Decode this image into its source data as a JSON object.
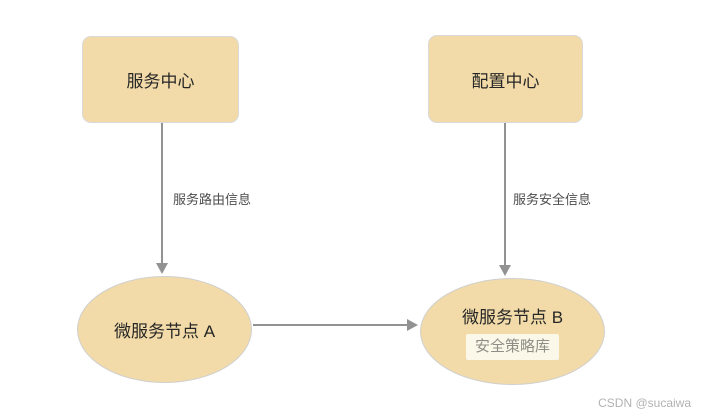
{
  "diagram": {
    "background_color": "#ffffff",
    "node_fill_color": "#f2dba8",
    "node_border_color": "#d9d9d9",
    "arrow_color": "#929292",
    "nodes": {
      "service_center": {
        "label": "服务中心",
        "shape": "rounded-rect"
      },
      "config_center": {
        "label": "配置中心",
        "shape": "rounded-rect"
      },
      "node_a": {
        "label": "微服务节点 A",
        "shape": "ellipse"
      },
      "node_b": {
        "label": "微服务节点 B",
        "shape": "ellipse",
        "sub_label": "安全策略库"
      }
    },
    "edges": {
      "routing": {
        "from": "service_center",
        "to": "node_a",
        "label": "服务路由信息"
      },
      "security": {
        "from": "config_center",
        "to": "node_b",
        "label": "服务安全信息"
      },
      "a_to_b": {
        "from": "node_a",
        "to": "node_b",
        "label": ""
      }
    }
  },
  "watermark": {
    "text": "CSDN @sucaiwa"
  }
}
